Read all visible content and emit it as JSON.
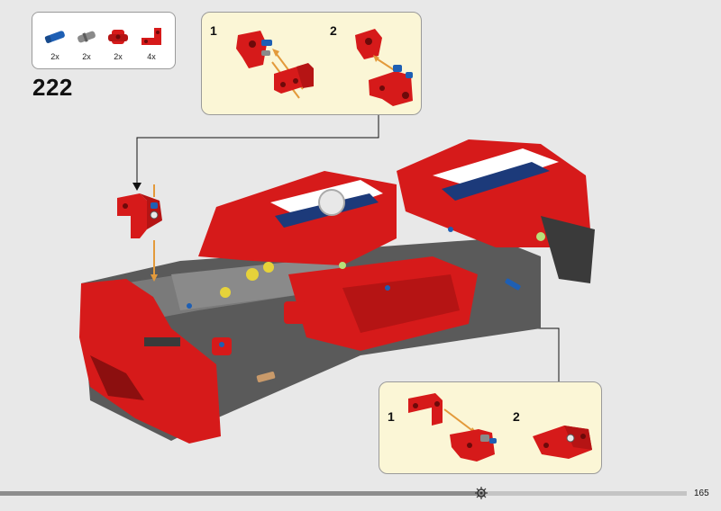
{
  "parts_list": [
    {
      "name": "blue-axle-pin",
      "qty": "2x",
      "color": "#1e5fb4"
    },
    {
      "name": "gray-pin",
      "qty": "2x",
      "color": "#8a8a8a"
    },
    {
      "name": "red-connector",
      "qty": "2x",
      "color": "#d61a1a"
    },
    {
      "name": "red-angled-beam",
      "qty": "4x",
      "color": "#d61a1a"
    }
  ],
  "step": {
    "number": "222"
  },
  "callout_top": {
    "sub_step_1": "1",
    "sub_step_2": "2"
  },
  "callout_bottom": {
    "sub_step_1": "1",
    "sub_step_2": "2"
  },
  "page": {
    "number": "165"
  },
  "colors": {
    "background": "#e8e8e8",
    "callout_bg": "#fbf6d6",
    "lego_red": "#d61a1a",
    "lego_dark_red": "#8c0f0f",
    "lego_blue": "#1e5fb4",
    "lego_gray": "#6e6e6e",
    "arrow_orange": "#e39a3b"
  }
}
